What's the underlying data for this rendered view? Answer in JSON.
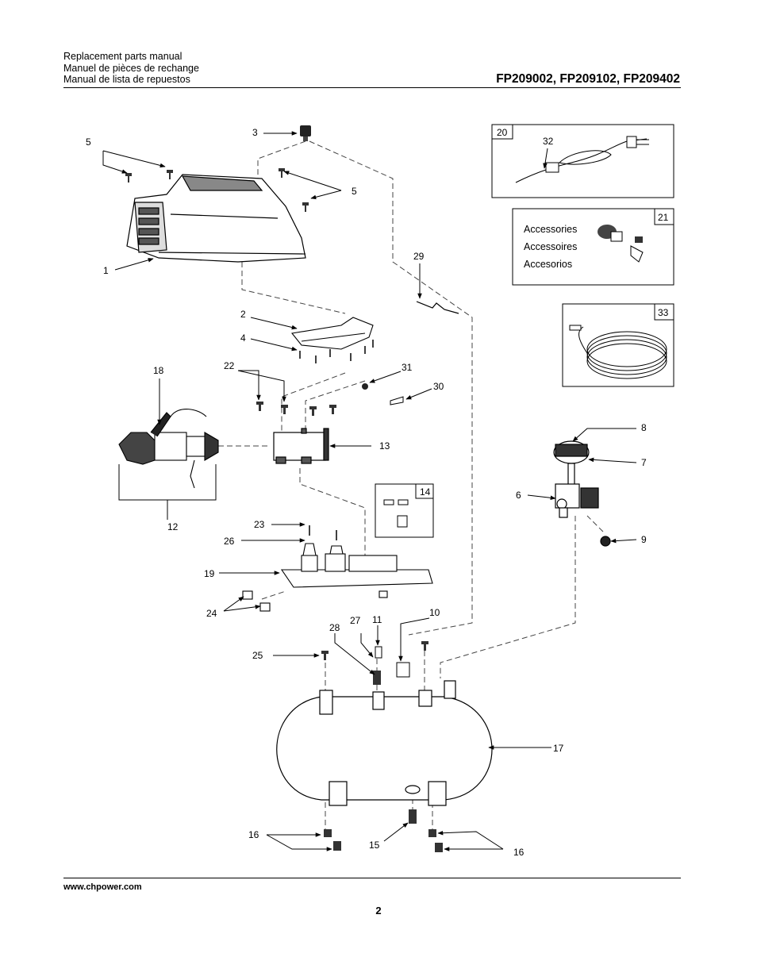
{
  "header": {
    "manual_lines": [
      "Replacement parts manual",
      "Manuel de pièces de rechange",
      "Manual de lista de repuestos"
    ],
    "models": "FP209002, FP209102, FP209402"
  },
  "callouts": {
    "n1": "1",
    "n2": "2",
    "n3": "3",
    "n4": "4",
    "n5a": "5",
    "n5b": "5",
    "n6": "6",
    "n7": "7",
    "n8": "8",
    "n9": "9",
    "n10": "10",
    "n11": "11",
    "n12": "12",
    "n13": "13",
    "n14": "14",
    "n15": "15",
    "n16a": "16",
    "n16b": "16",
    "n17": "17",
    "n18": "18",
    "n19": "19",
    "n20": "20",
    "n21": "21",
    "n22": "22",
    "n23": "23",
    "n24": "24",
    "n25": "25",
    "n26": "26",
    "n27": "27",
    "n28": "28",
    "n29": "29",
    "n30": "30",
    "n31": "31",
    "n32": "32",
    "n33": "33"
  },
  "accessories_box": {
    "lines": [
      "Accessories",
      "Accessoires",
      "Accesorios"
    ]
  },
  "footer": {
    "url": "www.chpower.com",
    "page": "2"
  }
}
